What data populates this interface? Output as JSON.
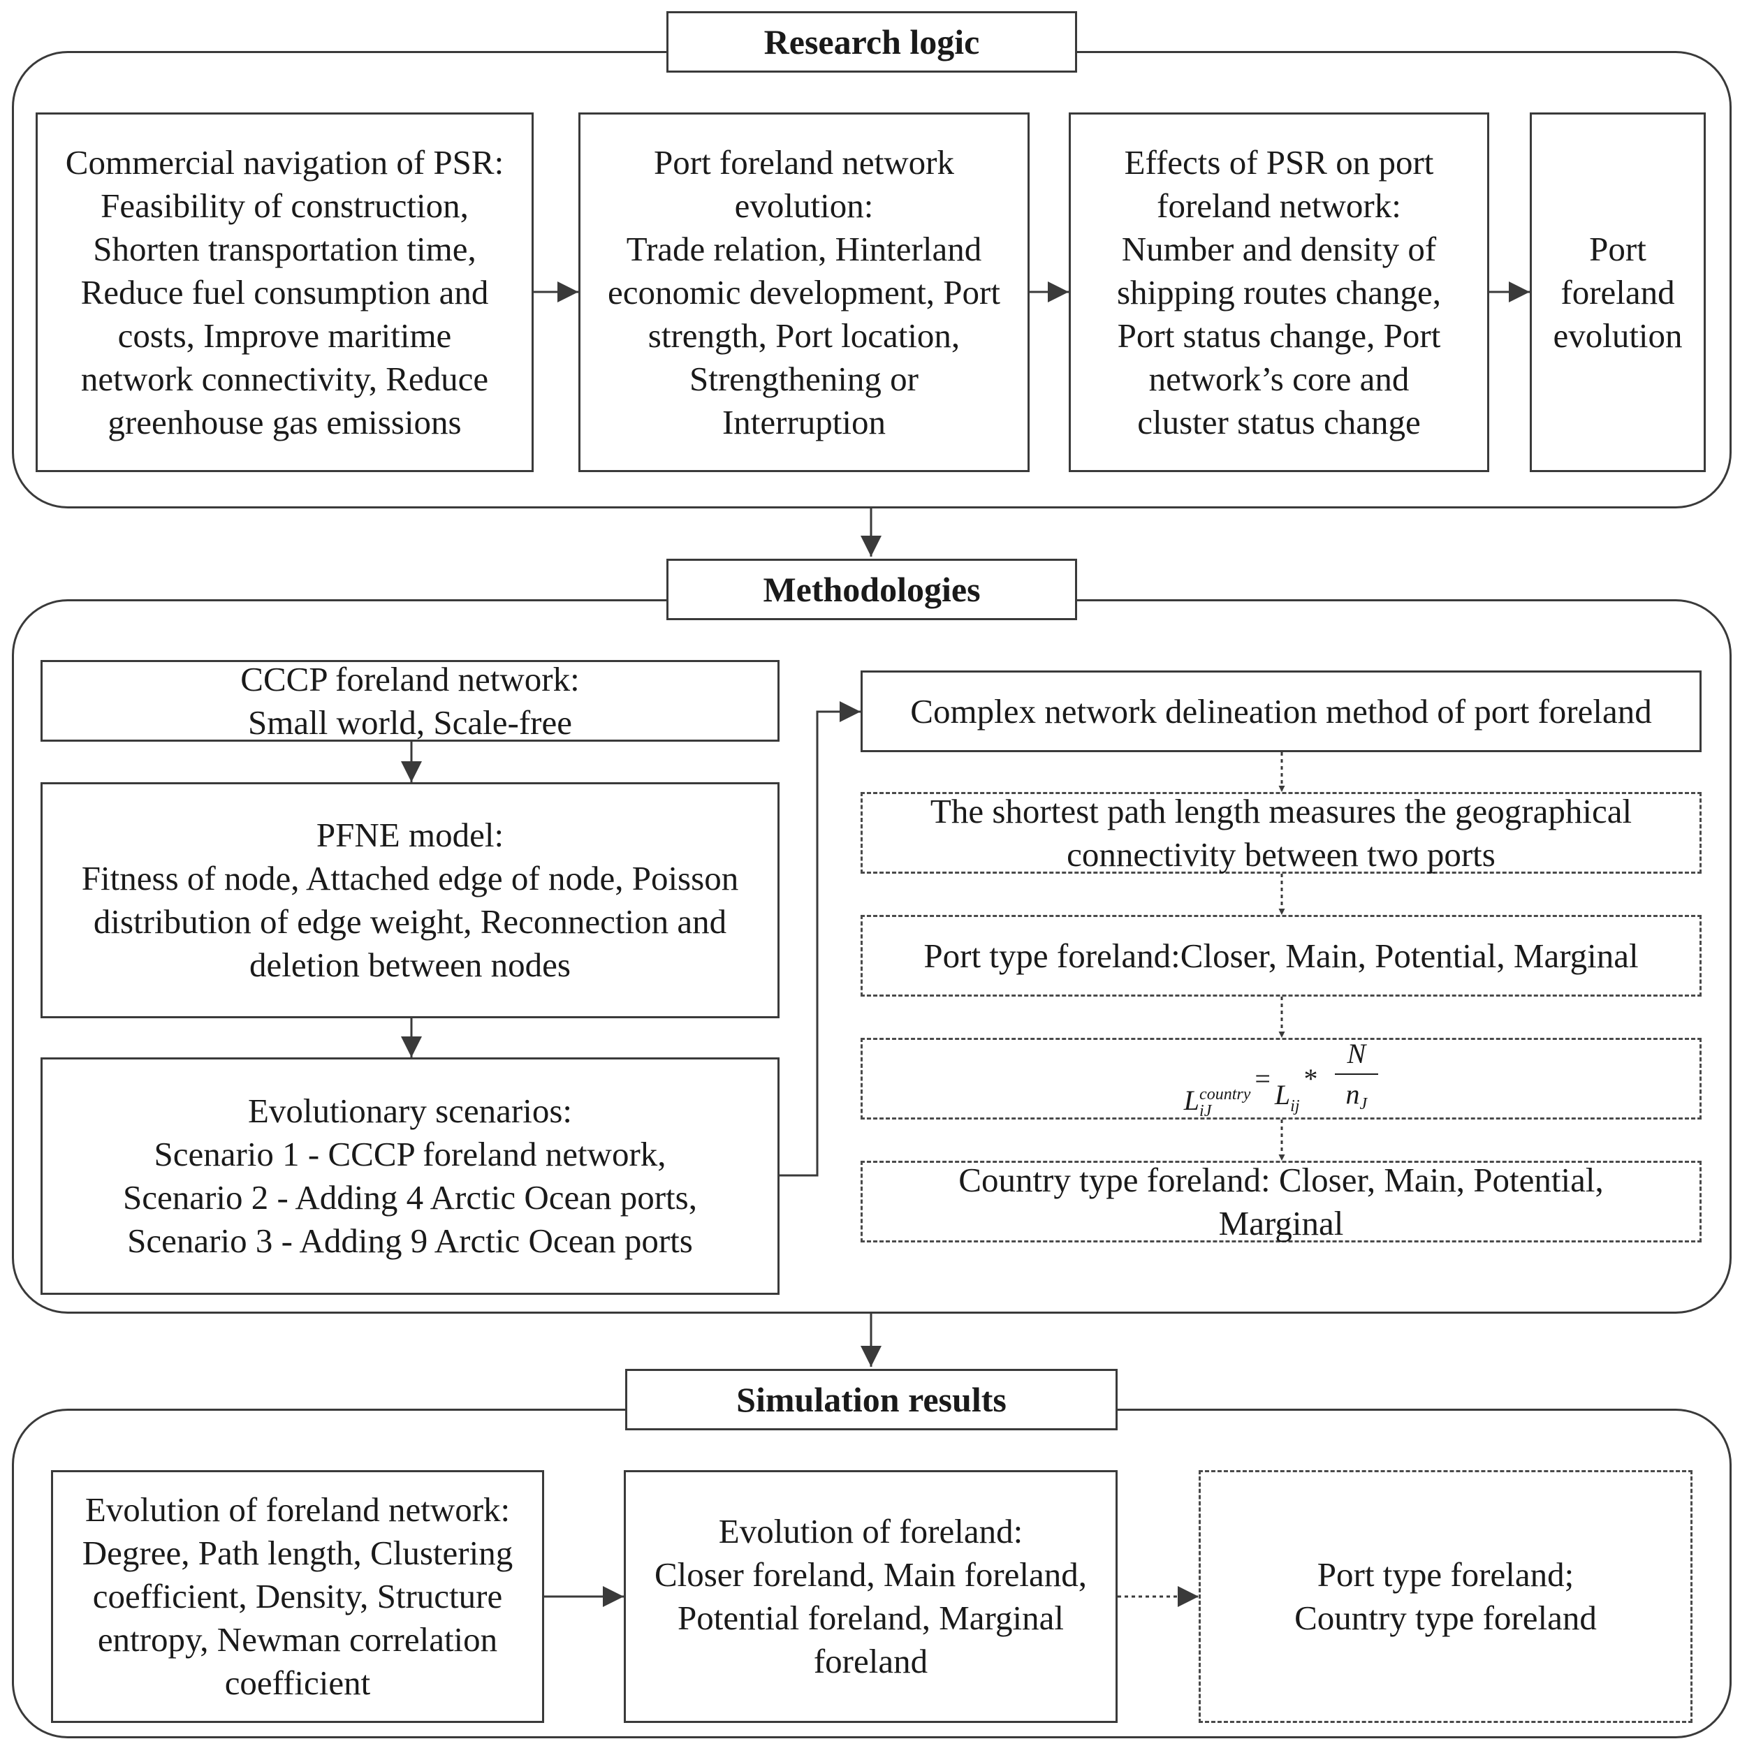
{
  "sections": {
    "research_logic": {
      "header": "Research logic",
      "boxes": {
        "commercial": "Commercial navigation of PSR:\nFeasibility of construction,\nShorten transportation time,\nReduce fuel consumption and\ncosts, Improve maritime\nnetwork connectivity, Reduce\ngreenhouse gas emissions",
        "evolution": "Port foreland network\nevolution:\nTrade relation, Hinterland\neconomic development, Port\nstrength, Port location,\nStrengthening or\nInterruption",
        "effects": "Effects of PSR on port\nforeland network:\nNumber and density of\nshipping routes change,\nPort status change, Port\nnetwork’s core and\ncluster status change",
        "port_foreland": "Port\nforeland\nevolution"
      }
    },
    "methodologies": {
      "header": "Methodologies",
      "boxes": {
        "cccp": "CCCP foreland network:\nSmall world, Scale-free",
        "pfne": "PFNE model:\nFitness of node, Attached edge of node, Poisson\ndistribution of edge weight, Reconnection and\ndeletion between nodes",
        "scenarios": "Evolutionary scenarios:\nScenario 1 - CCCP foreland network,\nScenario 2 - Adding 4 Arctic Ocean ports,\nScenario 3 - Adding 9 Arctic Ocean ports",
        "complex": "Complex network delineation method of port foreland",
        "shortest": "The shortest path length measures the geographical\nconnectivity between two ports",
        "port_type": "Port type foreland:Closer, Main, Potential, Marginal",
        "country_type": "Country type foreland: Closer, Main, Potential,\nMarginal"
      },
      "equation": {
        "lhs": "L",
        "lhs_sub": "iJ",
        "lhs_sup": "country",
        "equals": "=",
        "rhs": "L",
        "rhs_sub": "ij",
        "times": "*",
        "num": "N",
        "den": "n",
        "den_sub": "J"
      }
    },
    "simulation_results": {
      "header": "Simulation results",
      "boxes": {
        "network_evolution": "Evolution of foreland network:\nDegree, Path length, Clustering\ncoefficient, Density, Structure\nentropy, Newman correlation\ncoefficient",
        "foreland_evolution": "Evolution of foreland:\nCloser foreland, Main foreland,\nPotential foreland, Marginal\nforeland",
        "types": "Port type foreland;\nCountry type foreland"
      }
    }
  },
  "colors": {
    "stroke": "#3a3a3a",
    "text": "#1a1a1a",
    "background": "#ffffff"
  }
}
